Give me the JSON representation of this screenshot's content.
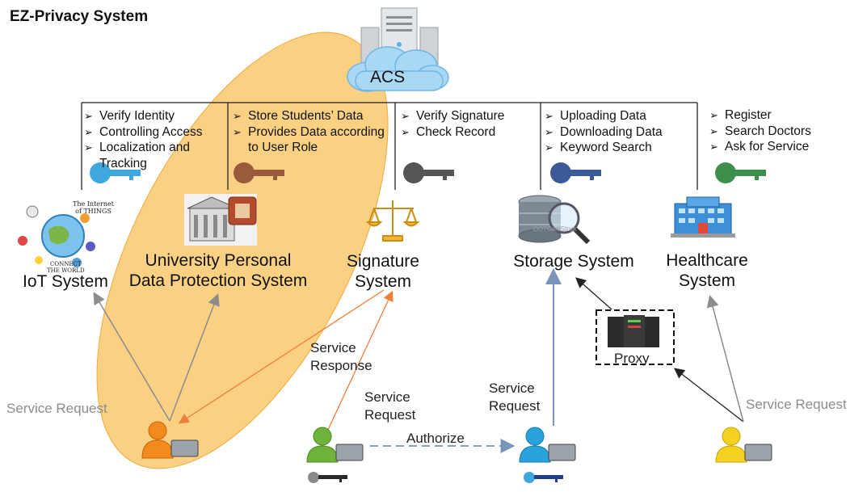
{
  "title": "EZ-Privacy System",
  "acs_label": "ACS",
  "columns": [
    {
      "items": [
        "Verify Identity",
        "Controlling Access",
        "Localization and",
        "Tracking"
      ],
      "key_color": "#3fa7e0"
    },
    {
      "items": [
        "Store Students’   Data",
        "Provides Data according",
        "to User Role"
      ],
      "key_color": "#9a5a3c"
    },
    {
      "items": [
        "Verify Signature",
        "Check Record"
      ],
      "key_color": "#555555"
    },
    {
      "items": [
        "Uploading Data",
        "Downloading Data",
        "Keyword Search"
      ],
      "key_color": "#3c5a9a"
    },
    {
      "items": [
        "Register",
        "Search Doctors",
        "Ask for Service"
      ],
      "key_color": "#3f8f4c"
    }
  ],
  "systems": {
    "iot": "IoT System",
    "university_line1": "University Personal",
    "university_line2": "Data Protection System",
    "signature_line1": "Signature",
    "signature_line2": "System",
    "storage": "Storage System",
    "healthcare_line1": "Healthcare",
    "healthcare_line2": "System"
  },
  "iot_image_text": {
    "line1": "The Internet",
    "line2": "of THINGS",
    "line3": "CONNECT",
    "line4": "THE WORLD"
  },
  "storage_image_text": "DOTCamStock",
  "proxy_label": "Proxy",
  "messages": {
    "service_request_left": "Service Request",
    "service_request_right": "Service Request",
    "service_response_line1": "Service",
    "service_response_line2": "Response",
    "service_request_green_line1": "Service",
    "service_request_green_line2": "Request",
    "service_request_blue_line1": "Service",
    "service_request_blue_line2": "Request",
    "authorize": "Authorize"
  },
  "colors": {
    "ellipse": "#f8c25a",
    "user_orange": "#f28a1e",
    "user_green": "#6fb33b",
    "user_blue": "#2aa3dc",
    "user_yellow": "#f4d21f",
    "arrow_grey": "#8c8c8c",
    "arrow_orange": "#ef7f3a",
    "arrow_blue": "#7a93b8"
  }
}
